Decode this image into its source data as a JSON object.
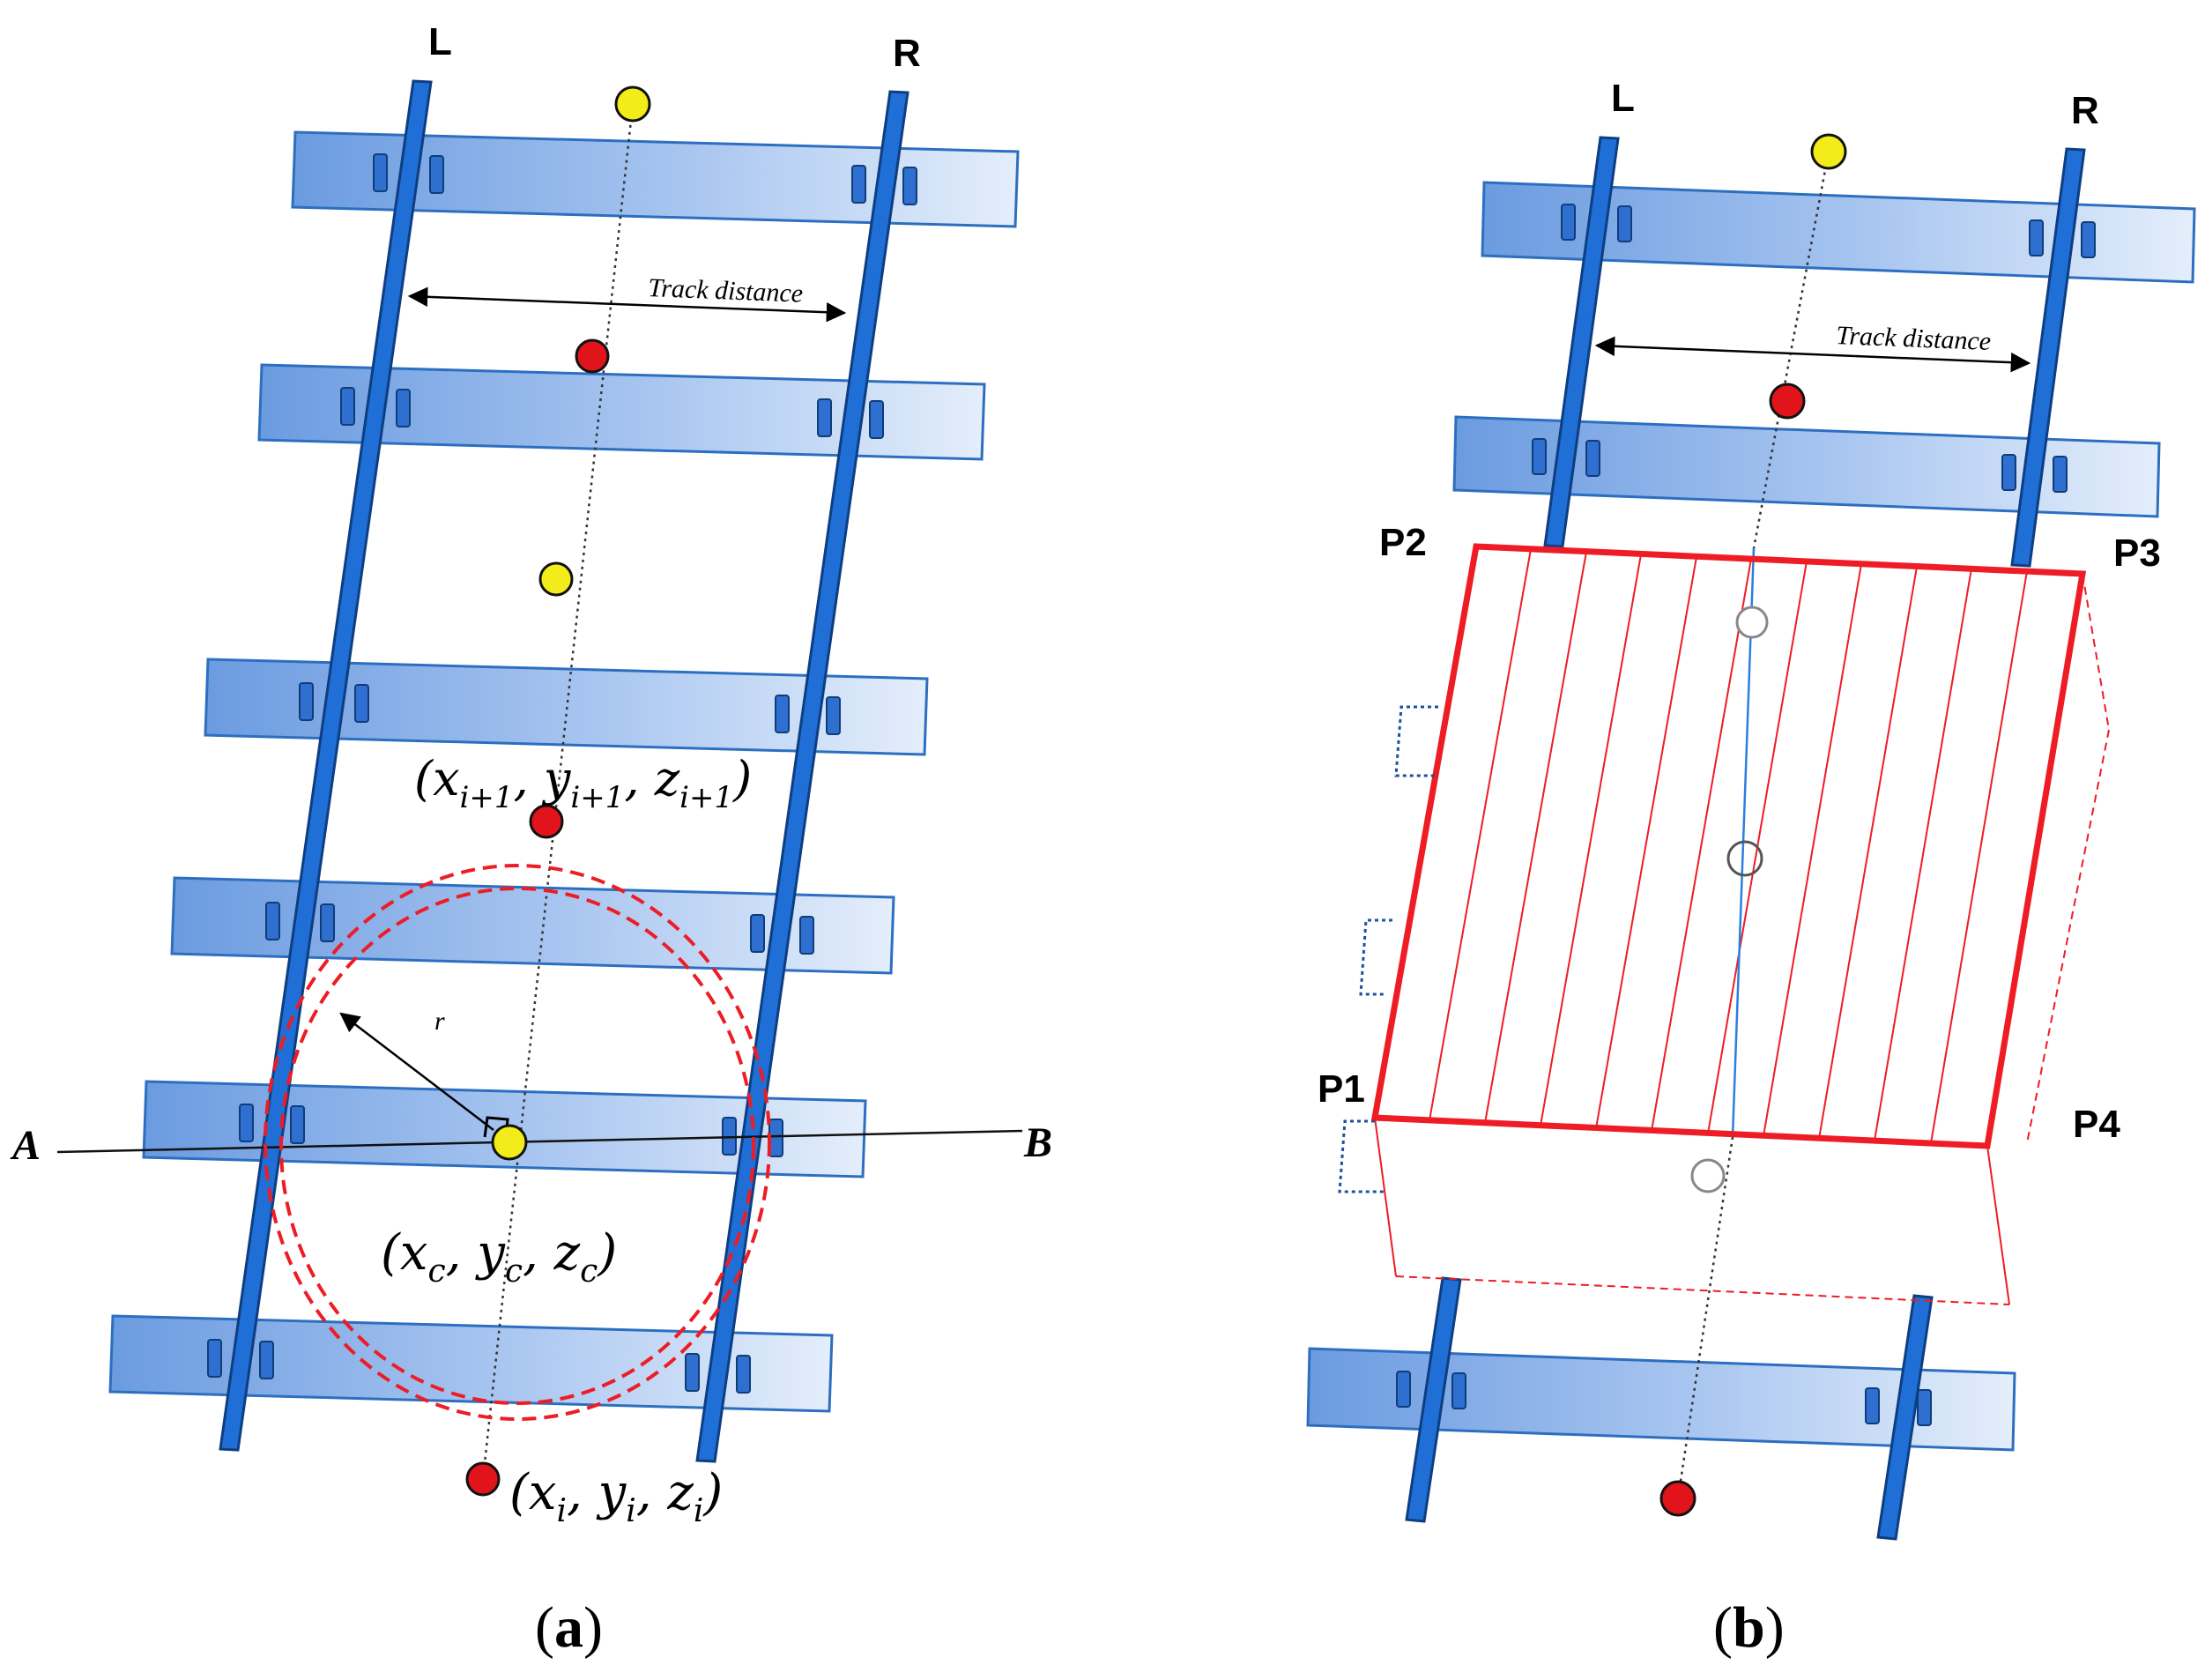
{
  "panel_a": {
    "rail_left_label": "L",
    "rail_right_label": "R",
    "track_distance_label": "Track distance",
    "radius_label": "r",
    "point_a_label": "A",
    "point_b_label": "B",
    "coord_next_label": "(x_{i+1}, y_{i+1}, z_{i+1})",
    "coord_center_label": "(x_c, y_c, z_c)",
    "coord_current_label": "(x_i, y_i, z_i)",
    "caption_open": "(",
    "caption_letter": "a",
    "caption_close": ")"
  },
  "panel_b": {
    "rail_left_label": "L",
    "rail_right_label": "R",
    "track_distance_label": "Track distance",
    "p1_label": "P1",
    "p2_label": "P2",
    "p3_label": "P3",
    "p4_label": "P4",
    "caption_open": "(",
    "caption_letter": "b",
    "caption_close": ")"
  },
  "colors": {
    "tie_fill": "#7fa8e6",
    "rail": "#1f6fd6",
    "red_point": "#e0141a",
    "yellow_point": "#f2ec1a",
    "region": "#ee1c24"
  }
}
